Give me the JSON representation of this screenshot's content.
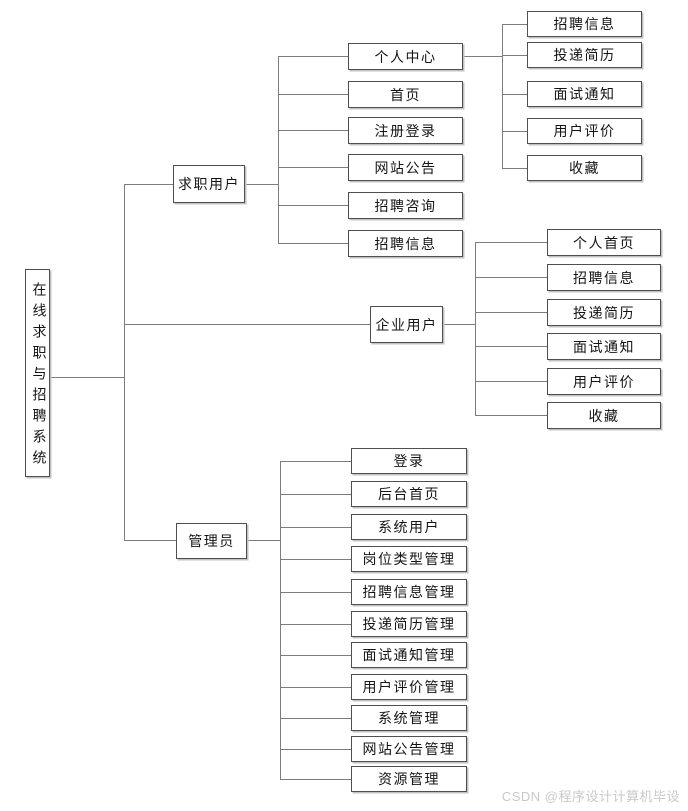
{
  "diagram": {
    "root": {
      "label": "在线求职与招聘系统"
    },
    "branches": [
      {
        "label": "求职用户",
        "children": [
          {
            "label": "个人中心",
            "children": [
              "招聘信息",
              "投递简历",
              "面试通知",
              "用户评价",
              "收藏"
            ]
          },
          {
            "label": "首页"
          },
          {
            "label": "注册登录"
          },
          {
            "label": "网站公告"
          },
          {
            "label": "招聘咨询"
          },
          {
            "label": "招聘信息"
          }
        ]
      },
      {
        "label": "企业用户",
        "children": [
          {
            "label": "个人首页"
          },
          {
            "label": "招聘信息"
          },
          {
            "label": "投递简历"
          },
          {
            "label": "面试通知"
          },
          {
            "label": "用户评价"
          },
          {
            "label": "收藏"
          }
        ]
      },
      {
        "label": "管理员",
        "children": [
          {
            "label": "登录"
          },
          {
            "label": "后台首页"
          },
          {
            "label": "系统用户"
          },
          {
            "label": "岗位类型管理"
          },
          {
            "label": "招聘信息管理"
          },
          {
            "label": "投递简历管理"
          },
          {
            "label": "面试通知管理"
          },
          {
            "label": "用户评价管理"
          },
          {
            "label": "系统管理"
          },
          {
            "label": "网站公告管理"
          },
          {
            "label": "资源管理"
          }
        ]
      }
    ]
  },
  "watermark": {
    "text": "CSDN @程序设计计算机毕设"
  }
}
